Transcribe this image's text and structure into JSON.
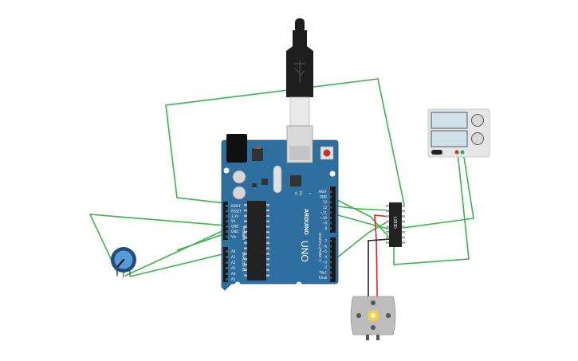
{
  "colors": {
    "board": "#2f6fa0",
    "board_dark": "#245a85",
    "wire_green": "#3cb44b",
    "wire_red": "#d62828",
    "wire_black": "#222222",
    "chip": "#222222",
    "usb_cable": "#1e1e1e",
    "supply_body": "#e6e6e6",
    "supply_screen": "#cfe1e8",
    "knob": "#1f4e79",
    "knob_face": "#5b9bd5",
    "motor_body": "#bdbdbd",
    "motor_gear": "#f4d03f"
  },
  "arduino": {
    "brand": "ARDUINO",
    "model": "UNO",
    "analog_in_label": "ANALOG IN",
    "power_label": "POWER",
    "digital_label": "DIGITAL (PWM ~)",
    "power_pins": [
      "IOREF",
      "RESET",
      "3.3V",
      "5V",
      "GND",
      "GND",
      "Vin"
    ],
    "analog_pins": [
      "A0",
      "A1",
      "A2",
      "A3",
      "A4",
      "A5"
    ],
    "digital_pins_top": [
      "AREF",
      "GND",
      "13",
      "12",
      "~11",
      "~10",
      "~9",
      "8"
    ],
    "digital_pins_bottom": [
      "7",
      "~6",
      "~5",
      "4",
      "~3",
      "2",
      "TX▸1",
      "RX◂0"
    ],
    "tx_label": "TX",
    "rx_label": "RX",
    "l_label": "L"
  },
  "driver_chip": {
    "label": "L293D"
  },
  "icons": {
    "usb": "usb-cable-icon",
    "power_supply": "power-supply-icon",
    "potentiometer": "potentiometer-icon",
    "motor": "dc-motor-icon"
  }
}
